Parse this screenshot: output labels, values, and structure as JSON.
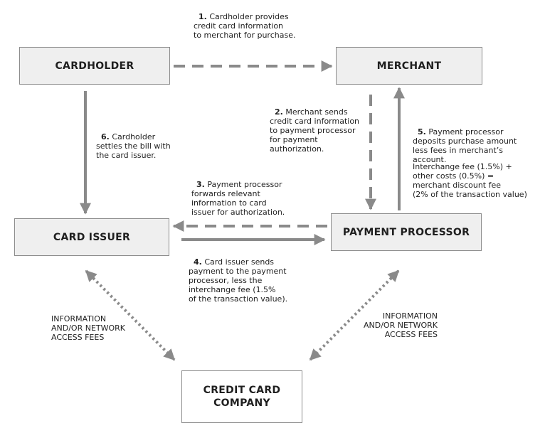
{
  "entities": {
    "cardholder": "CARDHOLDER",
    "merchant": "MERCHANT",
    "card_issuer": "CARD ISSUER",
    "payment_processor": "PAYMENT PROCESSOR",
    "credit_card_company": "CREDIT CARD\nCOMPANY"
  },
  "steps": {
    "step1": {
      "num": "1.",
      "text": " Cardholder provides\ncredit card information\nto merchant for purchase."
    },
    "step2": {
      "num": "2.",
      "text": " Merchant sends\ncredit card information\nto payment processor\nfor payment\nauthorization."
    },
    "step3": {
      "num": "3.",
      "text": " Payment processor\nforwards relevant\ninformation to card\nissuer for authorization."
    },
    "step4": {
      "num": "4.",
      "text": " Card issuer sends\npayment to the payment\nprocessor, less the\ninterchange fee (1.5%\nof the transaction value)."
    },
    "step5": {
      "num": "5.",
      "text": " Payment processor\ndeposits purchase amount\nless fees in merchant’s\naccount."
    },
    "step5_fee": "Interchange fee (1.5%) +\nother costs (0.5%) =\nmerchant discount fee\n(2% of the transaction value)",
    "step6": {
      "num": "6.",
      "text": " Cardholder\nsettles the bill with\nthe card issuer."
    }
  },
  "fees": {
    "left": "INFORMATION\nAND/OR NETWORK\nACCESS FEES",
    "right": "INFORMATION\nAND/OR NETWORK\nACCESS FEES"
  },
  "colors": {
    "arrow": "#8a8a8a",
    "box_fill": "#efefef",
    "box_border": "#8c8c8c"
  }
}
